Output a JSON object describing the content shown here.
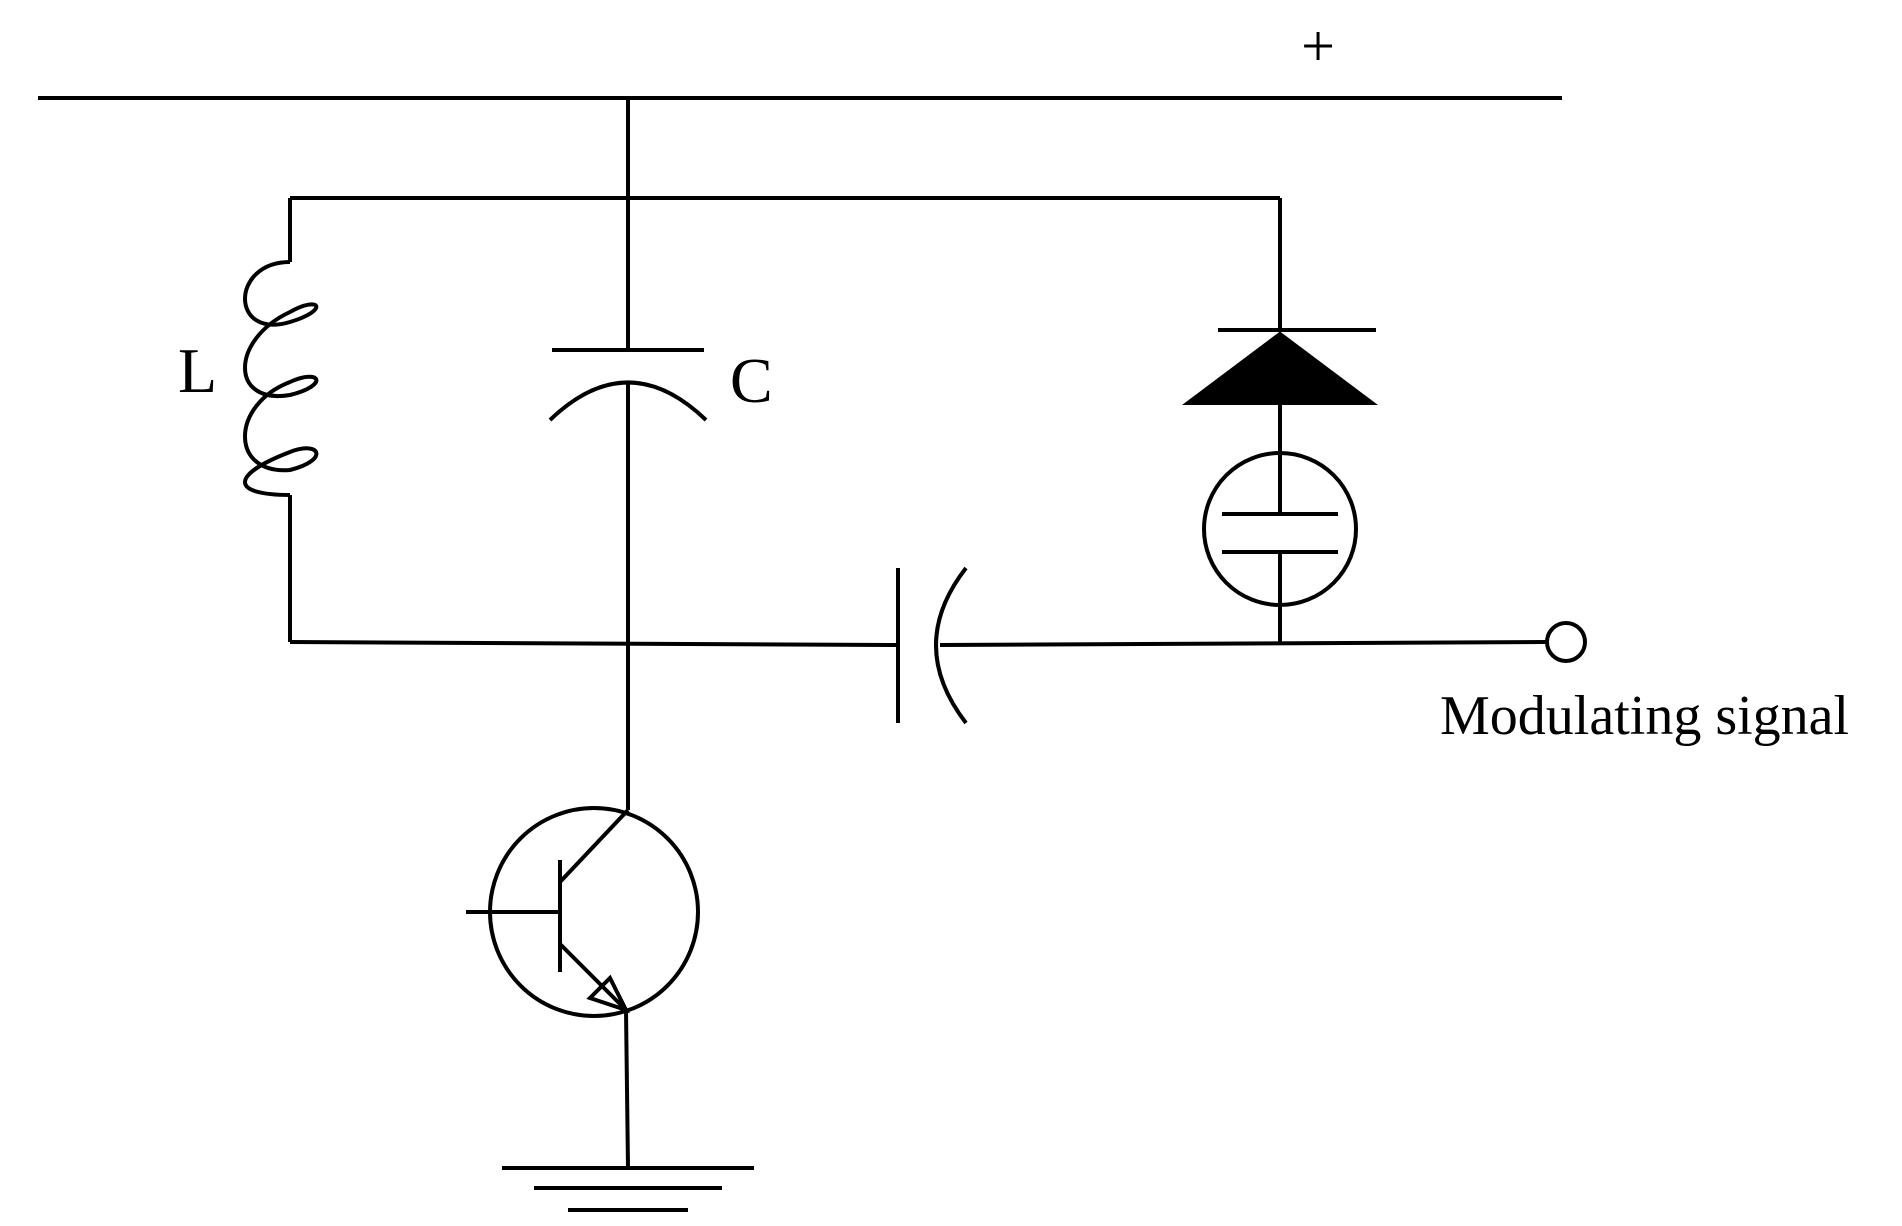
{
  "diagram": {
    "labels": {
      "supply": "+",
      "inductor": "L",
      "capacitor": "C",
      "signal": "Modulating signal"
    },
    "colors": {
      "stroke": "#000000",
      "background": "#ffffff"
    },
    "components": [
      "positive-supply-rail",
      "inductor-L",
      "capacitor-C",
      "varactor-diode",
      "coupling-capacitor",
      "transistor",
      "ground",
      "signal-input-terminal"
    ]
  }
}
